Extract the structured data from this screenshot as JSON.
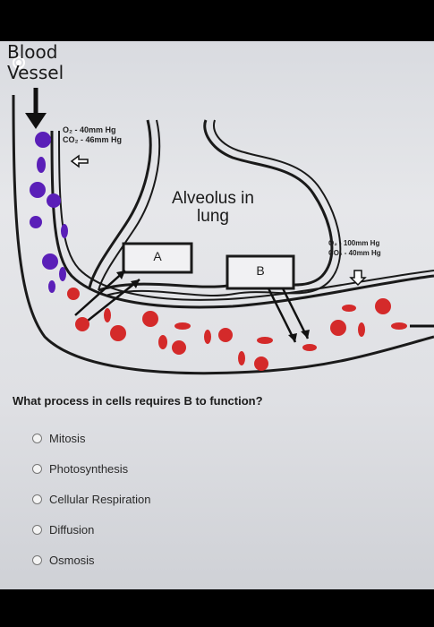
{
  "diagram": {
    "title_line1": "Blood",
    "title_line2": "Vessel",
    "gas_left_o2": "O₂ - 40mm Hg",
    "gas_left_co2": "CO₂ - 46mm Hg",
    "gas_right_o2": "O₂ - 100mm Hg",
    "gas_right_co2": "CO₂ - 40mm Hg",
    "alveolus_line1": "Alveolus in",
    "alveolus_line2": "lung",
    "box_a": "A",
    "box_b": "B",
    "colors": {
      "co2_cell": "#5a1fb8",
      "o2_cell": "#d42a2a",
      "line": "#1a1a1a"
    }
  },
  "quiz": {
    "question": "What process in cells requires B to function?",
    "options": [
      {
        "label": "Mitosis"
      },
      {
        "label": "Photosynthesis"
      },
      {
        "label": "Cellular Respiration"
      },
      {
        "label": "Diffusion"
      },
      {
        "label": "Osmosis"
      }
    ]
  }
}
